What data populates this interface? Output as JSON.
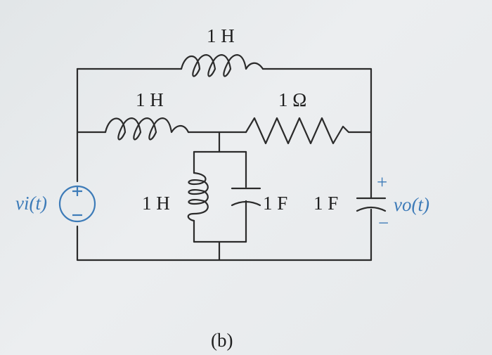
{
  "labels": {
    "l_top": "1 H",
    "l_mid": "1 H",
    "r_mid": "1 Ω",
    "l_vert": "1 H",
    "c_left": "1 F",
    "c_right": "1 F",
    "vin": "vi(t)",
    "vout": "vo(t)",
    "plus": "+",
    "minus": "−",
    "caption": "(b)"
  }
}
